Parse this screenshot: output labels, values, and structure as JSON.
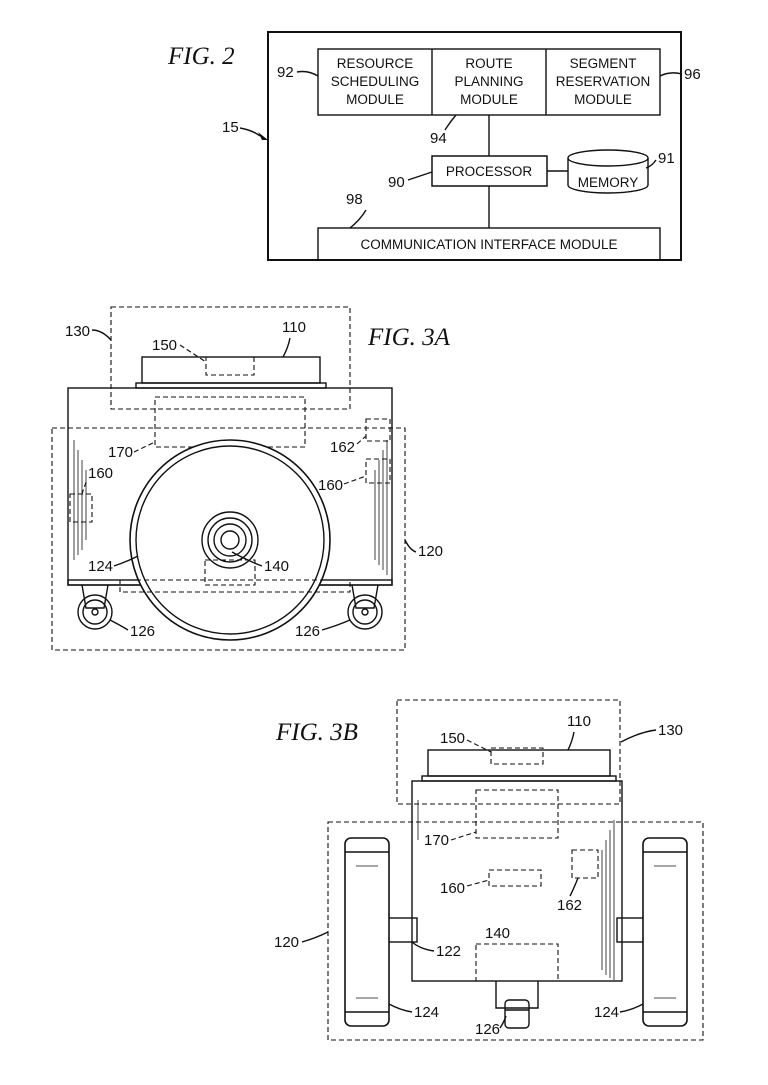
{
  "fig2": {
    "title": "FIG. 2",
    "system_ref": "15",
    "modules": [
      {
        "ref": "92",
        "lines": [
          "RESOURCE",
          "SCHEDULING",
          "MODULE"
        ]
      },
      {
        "ref": "94",
        "lines": [
          "ROUTE",
          "PLANNING",
          "MODULE"
        ]
      },
      {
        "ref": "96",
        "lines": [
          "SEGMENT",
          "RESERVATION",
          "MODULE"
        ]
      }
    ],
    "processor": {
      "ref": "90",
      "label": "PROCESSOR"
    },
    "memory": {
      "ref": "91",
      "label": "MEMORY"
    },
    "comm": {
      "ref": "98",
      "label": "COMMUNICATION INTERFACE MODULE"
    }
  },
  "fig3a": {
    "title": "FIG. 3A",
    "refs": {
      "r130": "130",
      "r110": "110",
      "r150": "150",
      "r170": "170",
      "r162": "162",
      "r160_left": "160",
      "r160_right": "160",
      "r120": "120",
      "r124": "124",
      "r140": "140",
      "r126_left": "126",
      "r126_right": "126"
    }
  },
  "fig3b": {
    "title": "FIG. 3B",
    "refs": {
      "r110": "110",
      "r130": "130",
      "r150": "150",
      "r170": "170",
      "r160": "160",
      "r162": "162",
      "r140": "140",
      "r120": "120",
      "r122": "122",
      "r124_left": "124",
      "r124_right": "124",
      "r126": "126"
    }
  }
}
